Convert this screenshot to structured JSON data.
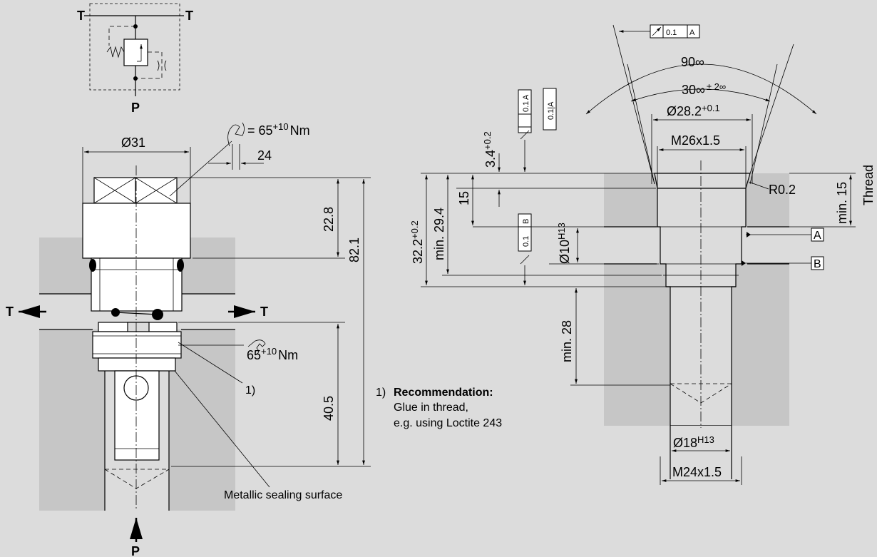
{
  "symbol": {
    "port_t_left": "T",
    "port_t_right": "T",
    "port_p": "P"
  },
  "left_view": {
    "torque_top": "= 65",
    "torque_top_sup": "+10",
    "torque_top_unit": "Nm",
    "wrench_size": "24",
    "diameter": "Ø31",
    "dim_22_8": "22.8",
    "dim_82_1": "82.1",
    "dim_40_5": "40.5",
    "port_t_left": "T",
    "port_t_right": "T",
    "port_p": "P",
    "torque_bottom": "65",
    "torque_bottom_sup": "+10",
    "torque_bottom_unit": "Nm",
    "footnote_ref": "1)",
    "sealing_label": "Metallic sealing surface"
  },
  "note": {
    "marker": "1)",
    "title": "Recommendation:",
    "line1": "Glue in thread,",
    "line2": "e.g. using Loctite 243"
  },
  "right_view": {
    "tol_top_value": "0.1",
    "tol_top_datum": "A",
    "angle_90": "90∞",
    "angle_30": "30∞",
    "angle_30_tol": "± 2∞",
    "dia_28": "Ø28.2",
    "dia_28_tol": "+0.1",
    "thread_m26": "M26x1.5",
    "dim_3_4": "3.4",
    "dim_3_4_tol": "+0.2",
    "tol_a_value": "0.1",
    "tol_a_datum": "A",
    "tol_a2": "0.1|A",
    "tol_b_value": "0.1",
    "tol_b_datum": "B",
    "dim_32_2": "32.2",
    "dim_32_2_tol": "+0.2",
    "dim_29_4": "min. 29.4",
    "dim_15": "15",
    "dia_10": "Ø10",
    "dia_10_tol": "H13",
    "radius": "R0.2",
    "datum_a": "A",
    "datum_b": "B",
    "min_15": "min. 15",
    "thread_label": "Thread",
    "min_28": "min. 28",
    "dia_18": "Ø18",
    "dia_18_tol": "H13",
    "thread_m24": "M24x1.5"
  }
}
